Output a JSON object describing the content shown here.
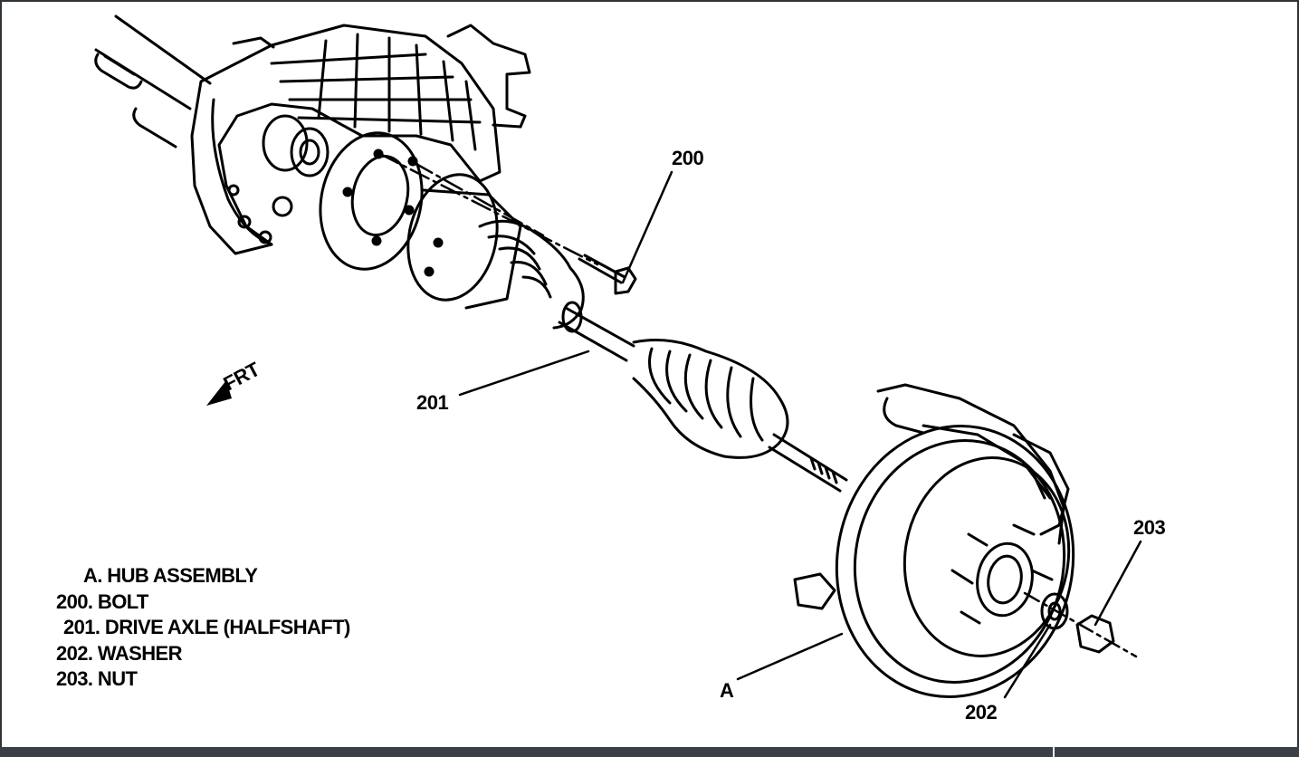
{
  "diagram": {
    "callouts": {
      "bolt": "200",
      "drive_axle": "201",
      "washer": "202",
      "nut": "203",
      "hub": "A"
    },
    "direction_label": "FRT",
    "legend": [
      "A. HUB ASSEMBLY",
      "200. BOLT",
      "201. DRIVE AXLE (HALFSHAFT)",
      "202. WASHER",
      "203. NUT"
    ]
  },
  "colors": {
    "frame": "#2e3338",
    "bottom_bar": "#3a4047",
    "ink": "#000000",
    "paper": "#ffffff"
  }
}
